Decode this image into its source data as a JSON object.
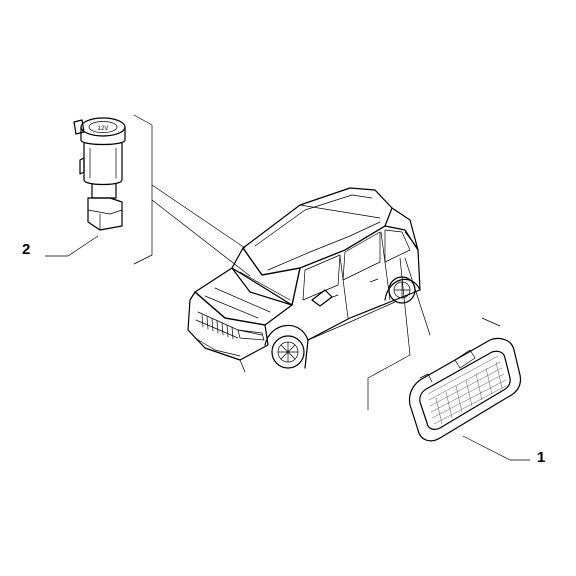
{
  "callouts": [
    {
      "number": "1",
      "part": "side-lamp-lens"
    },
    {
      "number": "2",
      "part": "socket-connector"
    }
  ],
  "socket_marking": "12V",
  "colors": {
    "line": "#000000",
    "background": "#ffffff"
  }
}
